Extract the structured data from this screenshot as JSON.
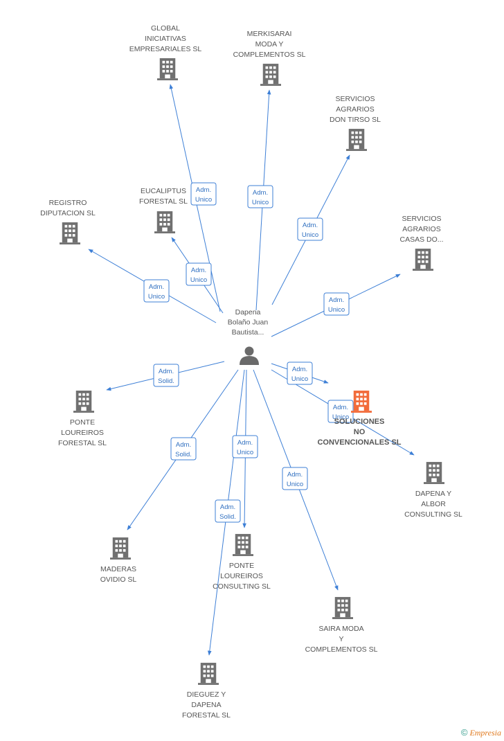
{
  "center": {
    "name_lines": [
      "Dapena",
      "Bolaño Juan",
      "Bautista..."
    ]
  },
  "colors": {
    "edge": "#3d7fd6",
    "building": "#707070",
    "highlight": "#f26b3a",
    "person": "#6a6a6a"
  },
  "companies": [
    {
      "id": "global",
      "name_lines": [
        "GLOBAL",
        "INICIATIVAS",
        "EMPRESARIALES SL"
      ],
      "badge": [
        "Adm.",
        "Unico"
      ]
    },
    {
      "id": "merkisarai",
      "name_lines": [
        "MERKISARAI",
        "MODA Y",
        "COMPLEMENTOS SL"
      ],
      "badge": [
        "Adm.",
        "Unico"
      ]
    },
    {
      "id": "don-tirso",
      "name_lines": [
        "SERVICIOS",
        "AGRARIOS",
        "DON TIRSO SL"
      ],
      "badge": [
        "Adm.",
        "Unico"
      ]
    },
    {
      "id": "eucaliptus",
      "name_lines": [
        "EUCALIPTUS",
        "FORESTAL SL"
      ],
      "badge": [
        "Adm.",
        "Unico"
      ]
    },
    {
      "id": "registro",
      "name_lines": [
        "REGISTRO",
        "DIPUTACION SL"
      ],
      "badge": [
        "Adm.",
        "Unico"
      ]
    },
    {
      "id": "casas-do",
      "name_lines": [
        "SERVICIOS",
        "AGRARIOS",
        "CASAS DO..."
      ],
      "badge": [
        "Adm.",
        "Unico"
      ]
    },
    {
      "id": "soluciones",
      "name_lines": [
        "SOLUCIONES",
        "NO",
        "CONVENCIONALES SL"
      ],
      "badge": [
        "Adm.",
        "Unico"
      ],
      "highlight": true
    },
    {
      "id": "dapena-albor",
      "name_lines": [
        "DAPENA Y",
        "ALBOR",
        "CONSULTING SL"
      ],
      "badge": [
        "Adm.",
        "Unico"
      ]
    },
    {
      "id": "ponte-forestal",
      "name_lines": [
        "PONTE",
        "LOUREIROS",
        "FORESTAL SL"
      ],
      "badge": [
        "Adm.",
        "Solid."
      ]
    },
    {
      "id": "maderas",
      "name_lines": [
        "MADERAS",
        "OVIDIO SL"
      ],
      "badge": [
        "Adm.",
        "Solid."
      ]
    },
    {
      "id": "ponte-consulting",
      "name_lines": [
        "PONTE",
        "LOUREIROS",
        "CONSULTING SL"
      ],
      "badge": [
        "Adm.",
        "Unico"
      ]
    },
    {
      "id": "dieguez",
      "name_lines": [
        "DIEGUEZ Y",
        "DAPENA",
        "FORESTAL SL"
      ],
      "badge": [
        "Adm.",
        "Solid."
      ]
    },
    {
      "id": "saira",
      "name_lines": [
        "SAIRA MODA",
        "Y",
        "COMPLEMENTOS SL"
      ],
      "badge": [
        "Adm.",
        "Unico"
      ]
    }
  ],
  "footer": {
    "symbol": "©",
    "brand": "Empresia"
  }
}
